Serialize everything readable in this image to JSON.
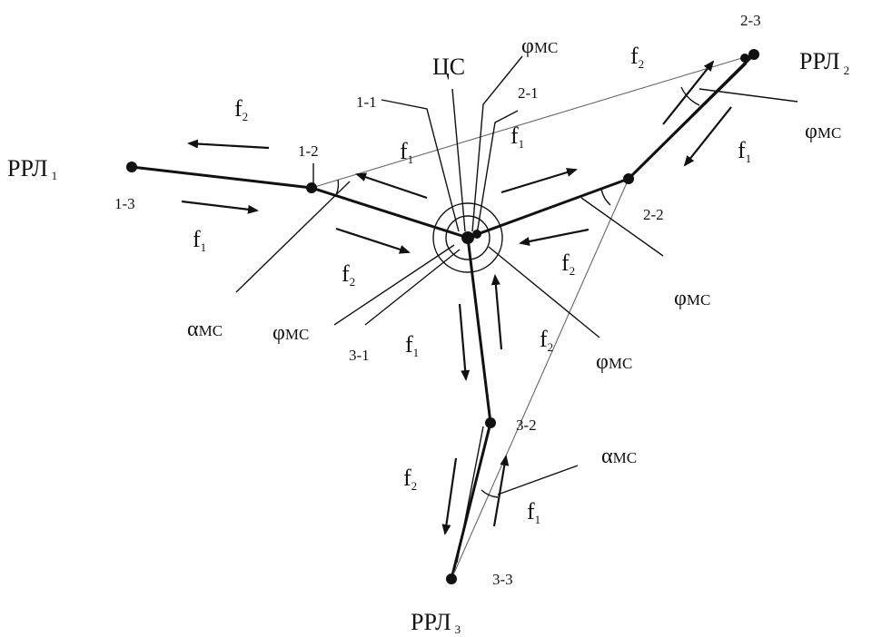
{
  "stations": {
    "center": "ЦС",
    "rrl1": {
      "base": "РРЛ",
      "sub": "1"
    },
    "rrl2": {
      "base": "РРЛ",
      "sub": "2"
    },
    "rrl3": {
      "base": "РРЛ",
      "sub": "3"
    }
  },
  "nodes": {
    "n11": "1-1",
    "n12": "1-2",
    "n13": "1-3",
    "n21": "2-1",
    "n22": "2-2",
    "n23": "2-3",
    "n31": "3-1",
    "n32": "3-2",
    "n33": "3-3"
  },
  "freq": {
    "f": "f",
    "one": "1",
    "two": "2"
  },
  "angles": {
    "phi": "φ",
    "alpha": "α",
    "ms": "МС"
  }
}
